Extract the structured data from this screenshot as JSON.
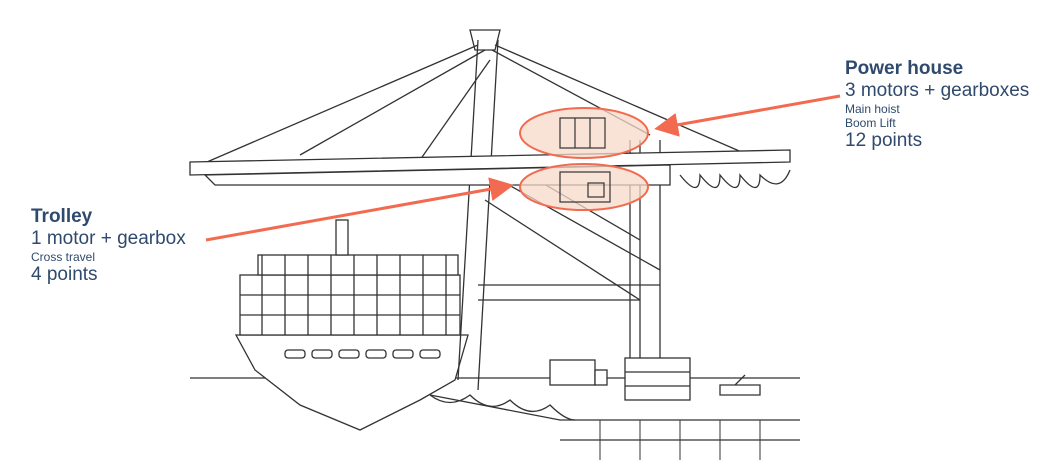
{
  "power_house": {
    "title": "Power house",
    "summary": "3 motors + gearboxes",
    "functions": [
      "Main hoist",
      "Boom Lift"
    ],
    "points": "12 points"
  },
  "trolley": {
    "title": "Trolley",
    "summary": "1 motor + gearbox",
    "functions": [
      "Cross travel"
    ],
    "points": "4 points"
  },
  "colors": {
    "accent": "#f26b50",
    "text": "#2f4a6d",
    "highlight": "#f6d9c8"
  }
}
